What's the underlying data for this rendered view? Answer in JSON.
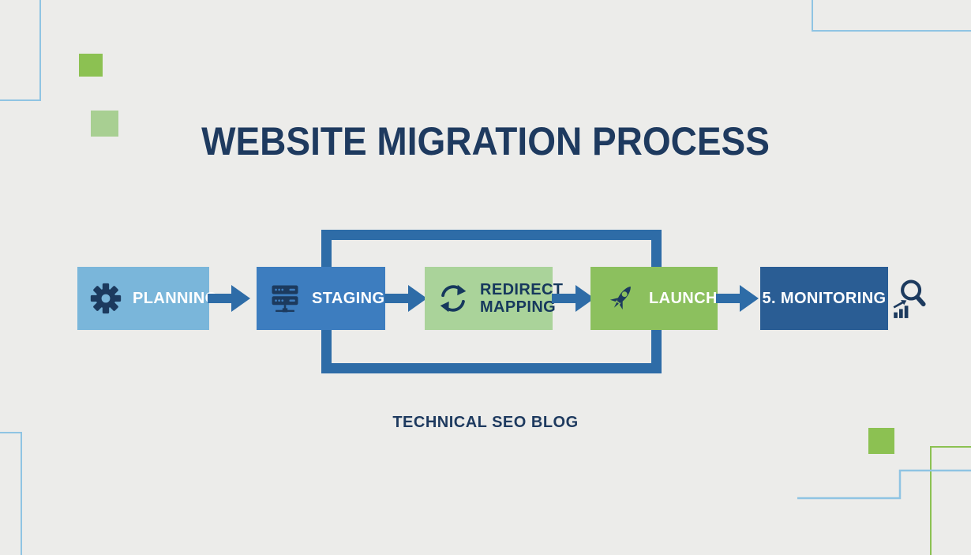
{
  "page": {
    "title": "WEBSITE MIGRATION PROCESS",
    "footer": "TECHNICAL SEO BLOG"
  },
  "steps": [
    {
      "label": "PLANNING",
      "icon": "gear-icon",
      "bg": "#7ab6da",
      "text_color": "#ffffff"
    },
    {
      "label": "STAGING",
      "icon": "server-icon",
      "bg": "#3d7dbf",
      "text_color": "#ffffff"
    },
    {
      "label": "REDIRECT MAPPING",
      "icon": "sync-icon",
      "bg": "#aad39a",
      "text_color": "#16385d"
    },
    {
      "label": "LAUNCH",
      "icon": "rocket-icon",
      "bg": "#8cc05e",
      "text_color": "#ffffff"
    },
    {
      "label": "5. MONITORING",
      "icon": "search-chart-icon",
      "bg": "#2a5d94",
      "text_color": "#ffffff"
    }
  ],
  "colors": {
    "background": "#ececea",
    "title_navy": "#1e3a5f",
    "icon_navy": "#1c3a5e",
    "arrow_blue": "#2e6ca7",
    "frame_blue": "#2e6ca7",
    "accent_green": "#8cc152",
    "accent_green_light": "#a8cf92",
    "accent_line_blue": "#8fc4e3"
  }
}
